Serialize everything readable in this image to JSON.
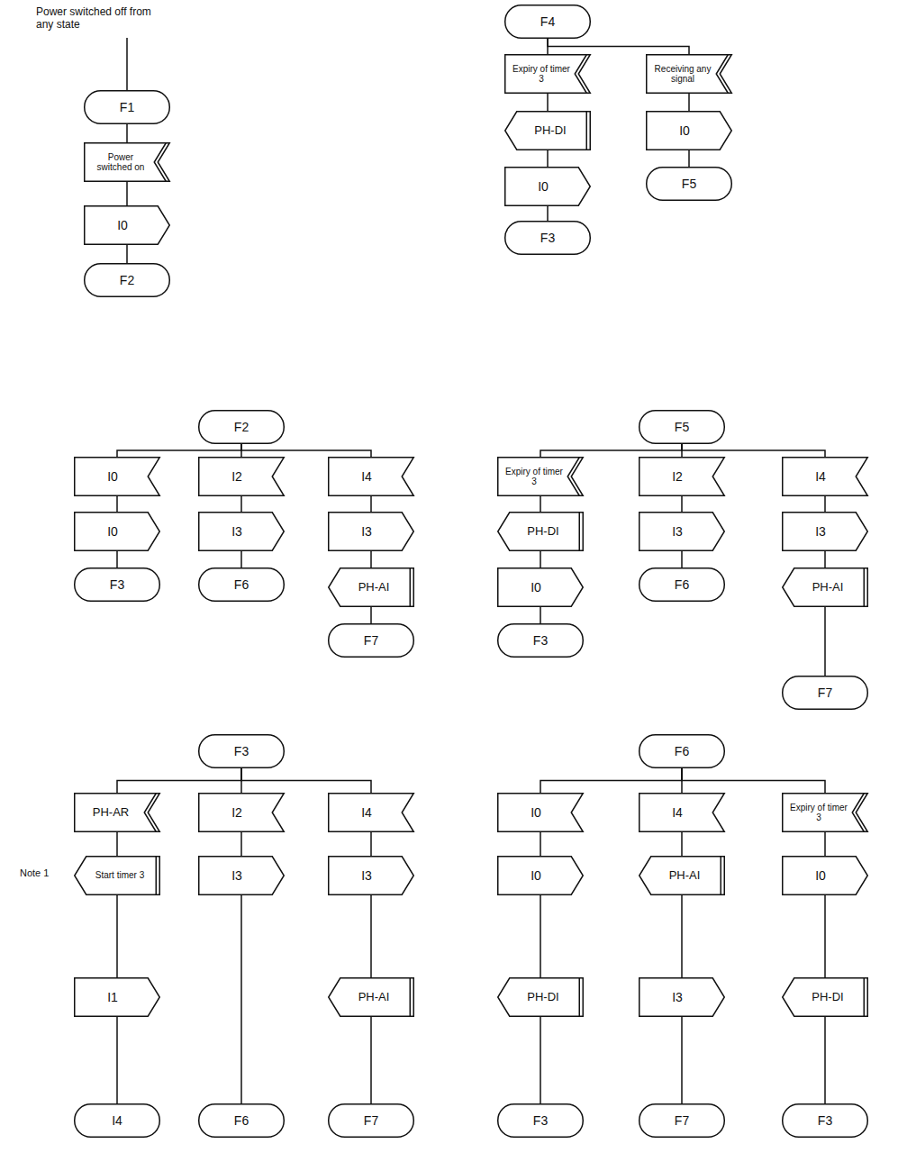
{
  "diagram": {
    "nodes": [
      {
        "text": [
          "F1"
        ]
      },
      {
        "text": [
          "Power switched on"
        ]
      },
      {
        "text": [
          "I0"
        ]
      },
      {
        "text": [
          "F2"
        ]
      },
      {
        "text": [
          "F4"
        ]
      },
      {
        "text": [
          "Expiry of timer 3"
        ]
      },
      {
        "text": [
          "PH-DI"
        ]
      },
      {
        "text": [
          "I0"
        ]
      },
      {
        "text": [
          "F3"
        ]
      },
      {
        "text": [
          "Receiving any signal"
        ]
      },
      {
        "text": [
          "I0"
        ]
      },
      {
        "text": [
          "F5"
        ]
      },
      {
        "text": [
          "F2"
        ]
      },
      {
        "text": [
          "I0"
        ]
      },
      {
        "text": [
          "I0"
        ]
      },
      {
        "text": [
          "F3"
        ]
      },
      {
        "text": [
          "I2"
        ]
      },
      {
        "text": [
          "I3"
        ]
      },
      {
        "text": [
          "F6"
        ]
      },
      {
        "text": [
          "I4"
        ]
      },
      {
        "text": [
          "I3"
        ]
      },
      {
        "text": [
          "PH-AI"
        ]
      },
      {
        "text": [
          "F7"
        ]
      },
      {
        "text": [
          "F5"
        ]
      },
      {
        "text": [
          "Expiry of timer 3"
        ]
      },
      {
        "text": [
          "PH-DI"
        ]
      },
      {
        "text": [
          "I0"
        ]
      },
      {
        "text": [
          "F3"
        ]
      },
      {
        "text": [
          "I2"
        ]
      },
      {
        "text": [
          "I3"
        ]
      },
      {
        "text": [
          "F6"
        ]
      },
      {
        "text": [
          "I4"
        ]
      },
      {
        "text": [
          "I3"
        ]
      },
      {
        "text": [
          "PH-AI"
        ]
      },
      {
        "text": [
          "F7"
        ]
      },
      {
        "text": [
          "F3"
        ]
      },
      {
        "text": [
          "PH-AR"
        ]
      },
      {
        "text": [
          "Start timer 3"
        ]
      },
      {
        "text": [
          "I1"
        ]
      },
      {
        "text": [
          "I4"
        ]
      },
      {
        "text": [
          "I2"
        ]
      },
      {
        "text": [
          "I3"
        ]
      },
      {
        "text": [
          "F6"
        ]
      },
      {
        "text": [
          "I4"
        ]
      },
      {
        "text": [
          "I3"
        ]
      },
      {
        "text": [
          "PH-AI"
        ]
      },
      {
        "text": [
          "F7"
        ]
      },
      {
        "text": [
          "F6"
        ]
      },
      {
        "text": [
          "I0"
        ]
      },
      {
        "text": [
          "I0"
        ]
      },
      {
        "text": [
          "PH-DI"
        ]
      },
      {
        "text": [
          "F3"
        ]
      },
      {
        "text": [
          "I4"
        ]
      },
      {
        "text": [
          "PH-AI"
        ]
      },
      {
        "text": [
          "I3"
        ]
      },
      {
        "text": [
          "F7"
        ]
      },
      {
        "text": [
          "Expiry of timer 3"
        ]
      },
      {
        "text": [
          "I0"
        ]
      },
      {
        "text": [
          "PH-DI"
        ]
      },
      {
        "text": [
          "F3"
        ]
      }
    ],
    "edges": [
      {
        "from": 0,
        "to": 1,
        "arrow": "none"
      },
      {
        "from": 1,
        "to": 2,
        "arrow": "none"
      },
      {
        "from": 2,
        "to": 3,
        "arrow": "none"
      },
      {
        "from": 4,
        "to": 5,
        "arrow": "none"
      },
      {
        "from": 5,
        "to": 6,
        "arrow": "none"
      },
      {
        "from": 6,
        "to": 7,
        "arrow": "none"
      },
      {
        "from": 7,
        "to": 8,
        "arrow": "none"
      },
      {
        "from": 4,
        "to": 9,
        "arrow": "none"
      },
      {
        "from": 9,
        "to": 10,
        "arrow": "none"
      },
      {
        "from": 10,
        "to": 11,
        "arrow": "none"
      },
      {
        "from": 12,
        "to": 13,
        "arrow": "none"
      },
      {
        "from": 13,
        "to": 14,
        "arrow": "none"
      },
      {
        "from": 14,
        "to": 15,
        "arrow": "none"
      },
      {
        "from": 12,
        "to": 16,
        "arrow": "none"
      },
      {
        "from": 16,
        "to": 17,
        "arrow": "none"
      },
      {
        "from": 17,
        "to": 18,
        "arrow": "none"
      },
      {
        "from": 12,
        "to": 19,
        "arrow": "none"
      },
      {
        "from": 19,
        "to": 20,
        "arrow": "none"
      },
      {
        "from": 20,
        "to": 21,
        "arrow": "none"
      },
      {
        "from": 21,
        "to": 22,
        "arrow": "none"
      },
      {
        "from": 23,
        "to": 24,
        "arrow": "none"
      },
      {
        "from": 24,
        "to": 25,
        "arrow": "none"
      },
      {
        "from": 25,
        "to": 26,
        "arrow": "none"
      },
      {
        "from": 26,
        "to": 27,
        "arrow": "none"
      },
      {
        "from": 23,
        "to": 28,
        "arrow": "none"
      },
      {
        "from": 28,
        "to": 29,
        "arrow": "none"
      },
      {
        "from": 29,
        "to": 30,
        "arrow": "none"
      },
      {
        "from": 23,
        "to": 31,
        "arrow": "none"
      },
      {
        "from": 31,
        "to": 32,
        "arrow": "none"
      },
      {
        "from": 32,
        "to": 33,
        "arrow": "none"
      },
      {
        "from": 33,
        "to": 34,
        "arrow": "none"
      },
      {
        "from": 35,
        "to": 36,
        "arrow": "none"
      },
      {
        "from": 36,
        "to": 37,
        "arrow": "none"
      },
      {
        "from": 37,
        "to": 38,
        "arrow": "none"
      },
      {
        "from": 38,
        "to": 39,
        "arrow": "none"
      },
      {
        "from": 35,
        "to": 40,
        "arrow": "none"
      },
      {
        "from": 40,
        "to": 41,
        "arrow": "none"
      },
      {
        "from": 41,
        "to": 42,
        "arrow": "none"
      },
      {
        "from": 35,
        "to": 43,
        "arrow": "none"
      },
      {
        "from": 43,
        "to": 44,
        "arrow": "none"
      },
      {
        "from": 44,
        "to": 45,
        "arrow": "none"
      },
      {
        "from": 45,
        "to": 46,
        "arrow": "none"
      },
      {
        "from": 47,
        "to": 48,
        "arrow": "none"
      },
      {
        "from": 48,
        "to": 49,
        "arrow": "none"
      },
      {
        "from": 49,
        "to": 50,
        "arrow": "none"
      },
      {
        "from": 50,
        "to": 51,
        "arrow": "none"
      },
      {
        "from": 47,
        "to": 52,
        "arrow": "none"
      },
      {
        "from": 52,
        "to": 53,
        "arrow": "none"
      },
      {
        "from": 53,
        "to": 54,
        "arrow": "none"
      },
      {
        "from": 54,
        "to": 55,
        "arrow": "none"
      },
      {
        "from": 47,
        "to": 56,
        "arrow": "none"
      },
      {
        "from": 56,
        "to": 57,
        "arrow": "none"
      },
      {
        "from": 57,
        "to": 58,
        "arrow": "none"
      },
      {
        "from": 58,
        "to": 59,
        "arrow": "none"
      }
    ],
    "labels": [
      "Power switched off from any state",
      "Note 1"
    ]
  }
}
